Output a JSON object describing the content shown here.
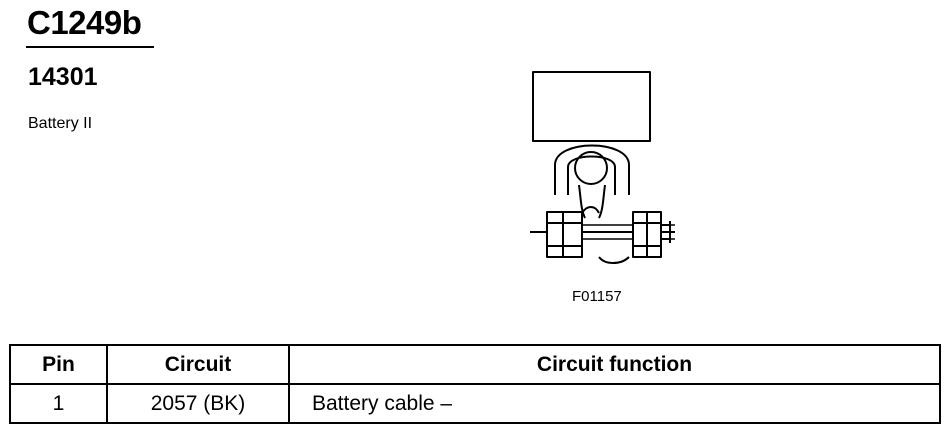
{
  "header": {
    "connector_id": "C1249b",
    "part_number": "14301",
    "component_name": "Battery II"
  },
  "figure": {
    "code": "F01157",
    "icon": "battery-terminal-clamp-icon"
  },
  "pin_table": {
    "columns": [
      "Pin",
      "Circuit",
      "Circuit function"
    ],
    "rows": [
      {
        "pin": "1",
        "circuit": "2057 (BK)",
        "function": "Battery cable –"
      }
    ]
  }
}
